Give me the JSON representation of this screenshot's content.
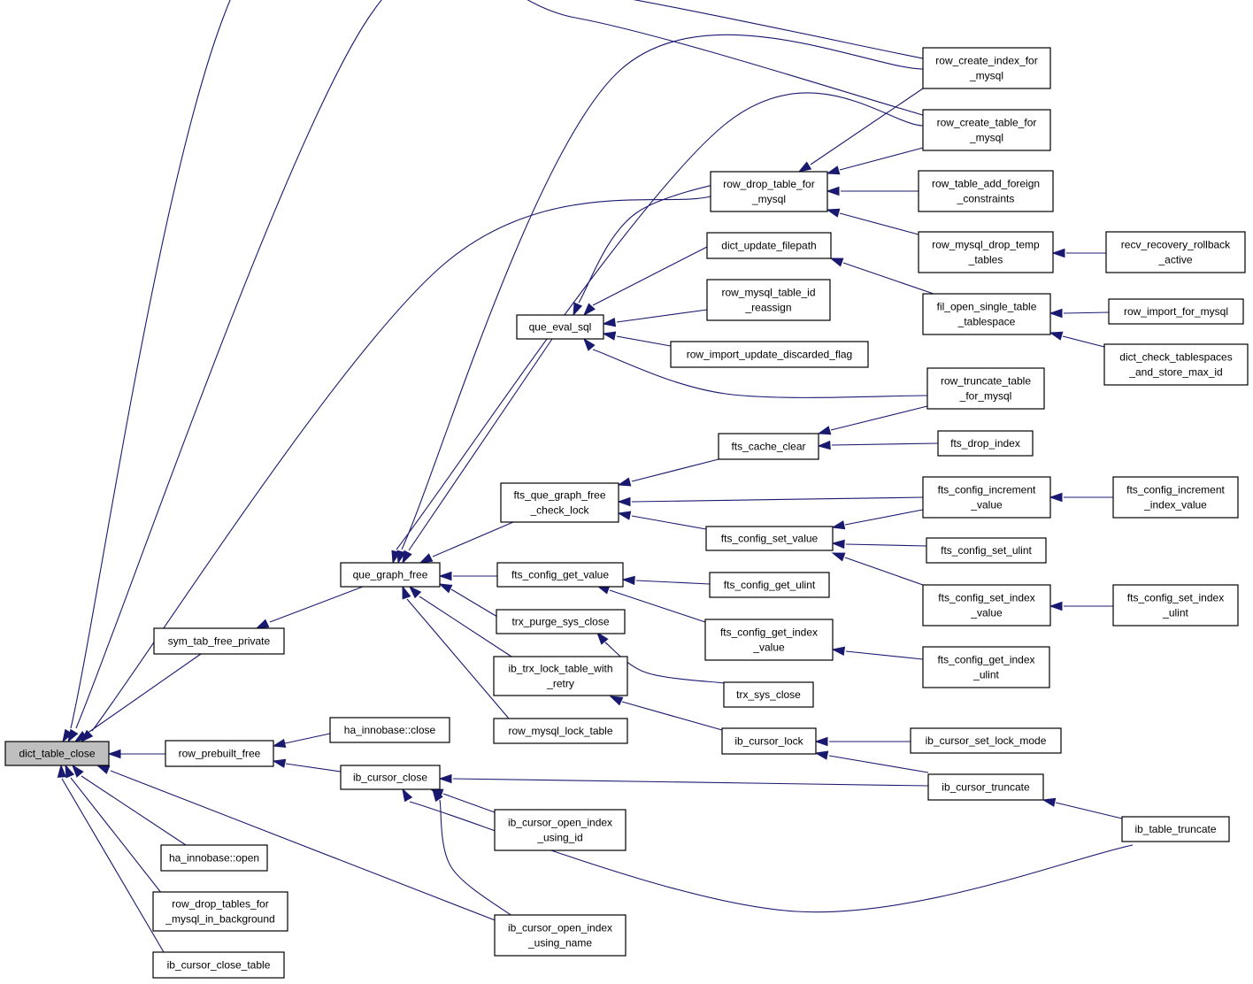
{
  "colors": {
    "edge": "#191970",
    "root_fill": "#bfbfbf",
    "node_fill": "#ffffff",
    "border": "#000000"
  },
  "nodes": {
    "dict_table_close": [
      "dict_table_close"
    ],
    "sym_tab_free_private": [
      "sym_tab_free_private"
    ],
    "row_prebuilt_free": [
      "row_prebuilt_free"
    ],
    "ha_innobase_open": [
      "ha_innobase::open"
    ],
    "row_drop_tables_for_mysql_in_background": [
      "row_drop_tables_for",
      "_mysql_in_background"
    ],
    "ib_cursor_close_table": [
      "ib_cursor_close_table"
    ],
    "que_graph_free": [
      "que_graph_free"
    ],
    "ha_innobase_close": [
      "ha_innobase::close"
    ],
    "ib_cursor_close": [
      "ib_cursor_close"
    ],
    "que_eval_sql": [
      "que_eval_sql"
    ],
    "fts_que_graph_free_check_lock": [
      "fts_que_graph_free",
      "_check_lock"
    ],
    "fts_config_get_value": [
      "fts_config_get_value"
    ],
    "trx_purge_sys_close": [
      "trx_purge_sys_close"
    ],
    "ib_trx_lock_table_with_retry": [
      "ib_trx_lock_table_with",
      "_retry"
    ],
    "row_mysql_lock_table": [
      "row_mysql_lock_table"
    ],
    "ib_cursor_open_index_using_id": [
      "ib_cursor_open_index",
      "_using_id"
    ],
    "ib_cursor_open_index_using_name": [
      "ib_cursor_open_index",
      "_using_name"
    ],
    "row_drop_table_for_mysql": [
      "row_drop_table_for",
      "_mysql"
    ],
    "dict_update_filepath": [
      "dict_update_filepath"
    ],
    "row_mysql_table_id_reassign": [
      "row_mysql_table_id",
      "_reassign"
    ],
    "row_import_update_discarded_flag": [
      "row_import_update_discarded_flag"
    ],
    "fts_cache_clear": [
      "fts_cache_clear"
    ],
    "fts_config_set_value": [
      "fts_config_set_value"
    ],
    "fts_config_get_ulint": [
      "fts_config_get_ulint"
    ],
    "fts_config_get_index_value": [
      "fts_config_get_index",
      "_value"
    ],
    "trx_sys_close": [
      "trx_sys_close"
    ],
    "ib_cursor_lock": [
      "ib_cursor_lock"
    ],
    "row_create_index_for_mysql": [
      "row_create_index_for",
      "_mysql"
    ],
    "row_create_table_for_mysql": [
      "row_create_table_for",
      "_mysql"
    ],
    "row_table_add_foreign_constraints": [
      "row_table_add_foreign",
      "_constraints"
    ],
    "row_mysql_drop_temp_tables": [
      "row_mysql_drop_temp",
      "_tables"
    ],
    "fil_open_single_table_tablespace": [
      "fil_open_single_table",
      "_tablespace"
    ],
    "row_truncate_table_for_mysql": [
      "row_truncate_table",
      "_for_mysql"
    ],
    "fts_drop_index": [
      "fts_drop_index"
    ],
    "fts_config_increment_value": [
      "fts_config_increment",
      "_value"
    ],
    "fts_config_set_ulint": [
      "fts_config_set_ulint"
    ],
    "fts_config_set_index_value": [
      "fts_config_set_index",
      "_value"
    ],
    "fts_config_get_index_ulint": [
      "fts_config_get_index",
      "_ulint"
    ],
    "ib_cursor_set_lock_mode": [
      "ib_cursor_set_lock_mode"
    ],
    "ib_cursor_truncate": [
      "ib_cursor_truncate"
    ],
    "recv_recovery_rollback_active": [
      "recv_recovery_rollback",
      "_active"
    ],
    "row_import_for_mysql": [
      "row_import_for_mysql"
    ],
    "dict_check_tablespaces_and_store_max_id": [
      "dict_check_tablespaces",
      "_and_store_max_id"
    ],
    "fts_config_increment_index_value": [
      "fts_config_increment",
      "_index_value"
    ],
    "fts_config_set_index_ulint": [
      "fts_config_set_index",
      "_ulint"
    ],
    "ib_table_truncate": [
      "ib_table_truncate"
    ]
  },
  "edges": [
    [
      "row_create_index_for_mysql",
      "dict_table_close"
    ],
    [
      "row_create_table_for_mysql",
      "dict_table_close"
    ],
    [
      "row_drop_table_for_mysql",
      "dict_table_close"
    ],
    [
      "sym_tab_free_private",
      "dict_table_close"
    ],
    [
      "row_prebuilt_free",
      "dict_table_close"
    ],
    [
      "ha_innobase_open",
      "dict_table_close"
    ],
    [
      "row_drop_tables_for_mysql_in_background",
      "dict_table_close"
    ],
    [
      "ib_cursor_close_table",
      "dict_table_close"
    ],
    [
      "ib_cursor_open_index_using_name",
      "dict_table_close"
    ],
    [
      "que_graph_free",
      "sym_tab_free_private"
    ],
    [
      "ha_innobase_close",
      "row_prebuilt_free"
    ],
    [
      "ib_cursor_close",
      "row_prebuilt_free"
    ],
    [
      "row_create_index_for_mysql",
      "que_graph_free"
    ],
    [
      "row_create_table_for_mysql",
      "que_graph_free"
    ],
    [
      "que_eval_sql",
      "que_graph_free"
    ],
    [
      "fts_que_graph_free_check_lock",
      "que_graph_free"
    ],
    [
      "fts_config_get_value",
      "que_graph_free"
    ],
    [
      "trx_purge_sys_close",
      "que_graph_free"
    ],
    [
      "ib_trx_lock_table_with_retry",
      "que_graph_free"
    ],
    [
      "row_mysql_lock_table",
      "que_graph_free"
    ],
    [
      "ib_cursor_truncate",
      "ib_cursor_close"
    ],
    [
      "ib_cursor_open_index_using_id",
      "ib_cursor_close"
    ],
    [
      "ib_cursor_open_index_using_name",
      "ib_cursor_close"
    ],
    [
      "ib_table_truncate",
      "ib_cursor_close"
    ],
    [
      "row_drop_table_for_mysql",
      "que_eval_sql"
    ],
    [
      "dict_update_filepath",
      "que_eval_sql"
    ],
    [
      "row_mysql_table_id_reassign",
      "que_eval_sql"
    ],
    [
      "row_import_update_discarded_flag",
      "que_eval_sql"
    ],
    [
      "row_truncate_table_for_mysql",
      "que_eval_sql"
    ],
    [
      "fts_cache_clear",
      "fts_que_graph_free_check_lock"
    ],
    [
      "fts_config_increment_value",
      "fts_que_graph_free_check_lock"
    ],
    [
      "fts_config_set_value",
      "fts_que_graph_free_check_lock"
    ],
    [
      "fts_config_get_ulint",
      "fts_config_get_value"
    ],
    [
      "fts_config_get_index_value",
      "fts_config_get_value"
    ],
    [
      "trx_sys_close",
      "trx_purge_sys_close"
    ],
    [
      "ib_cursor_lock",
      "ib_trx_lock_table_with_retry"
    ],
    [
      "row_create_index_for_mysql",
      "row_drop_table_for_mysql"
    ],
    [
      "row_create_table_for_mysql",
      "row_drop_table_for_mysql"
    ],
    [
      "row_table_add_foreign_constraints",
      "row_drop_table_for_mysql"
    ],
    [
      "row_mysql_drop_temp_tables",
      "row_drop_table_for_mysql"
    ],
    [
      "fil_open_single_table_tablespace",
      "dict_update_filepath"
    ],
    [
      "row_truncate_table_for_mysql",
      "fts_cache_clear"
    ],
    [
      "fts_drop_index",
      "fts_cache_clear"
    ],
    [
      "fts_config_increment_value",
      "fts_config_set_value"
    ],
    [
      "fts_config_set_ulint",
      "fts_config_set_value"
    ],
    [
      "fts_config_set_index_value",
      "fts_config_set_value"
    ],
    [
      "fts_config_get_index_ulint",
      "fts_config_get_index_value"
    ],
    [
      "ib_cursor_set_lock_mode",
      "ib_cursor_lock"
    ],
    [
      "ib_cursor_truncate",
      "ib_cursor_lock"
    ],
    [
      "recv_recovery_rollback_active",
      "row_mysql_drop_temp_tables"
    ],
    [
      "row_import_for_mysql",
      "fil_open_single_table_tablespace"
    ],
    [
      "dict_check_tablespaces_and_store_max_id",
      "fil_open_single_table_tablespace"
    ],
    [
      "fts_config_increment_index_value",
      "fts_config_increment_value"
    ],
    [
      "fts_config_set_index_ulint",
      "fts_config_set_index_value"
    ],
    [
      "ib_table_truncate",
      "ib_cursor_truncate"
    ]
  ]
}
